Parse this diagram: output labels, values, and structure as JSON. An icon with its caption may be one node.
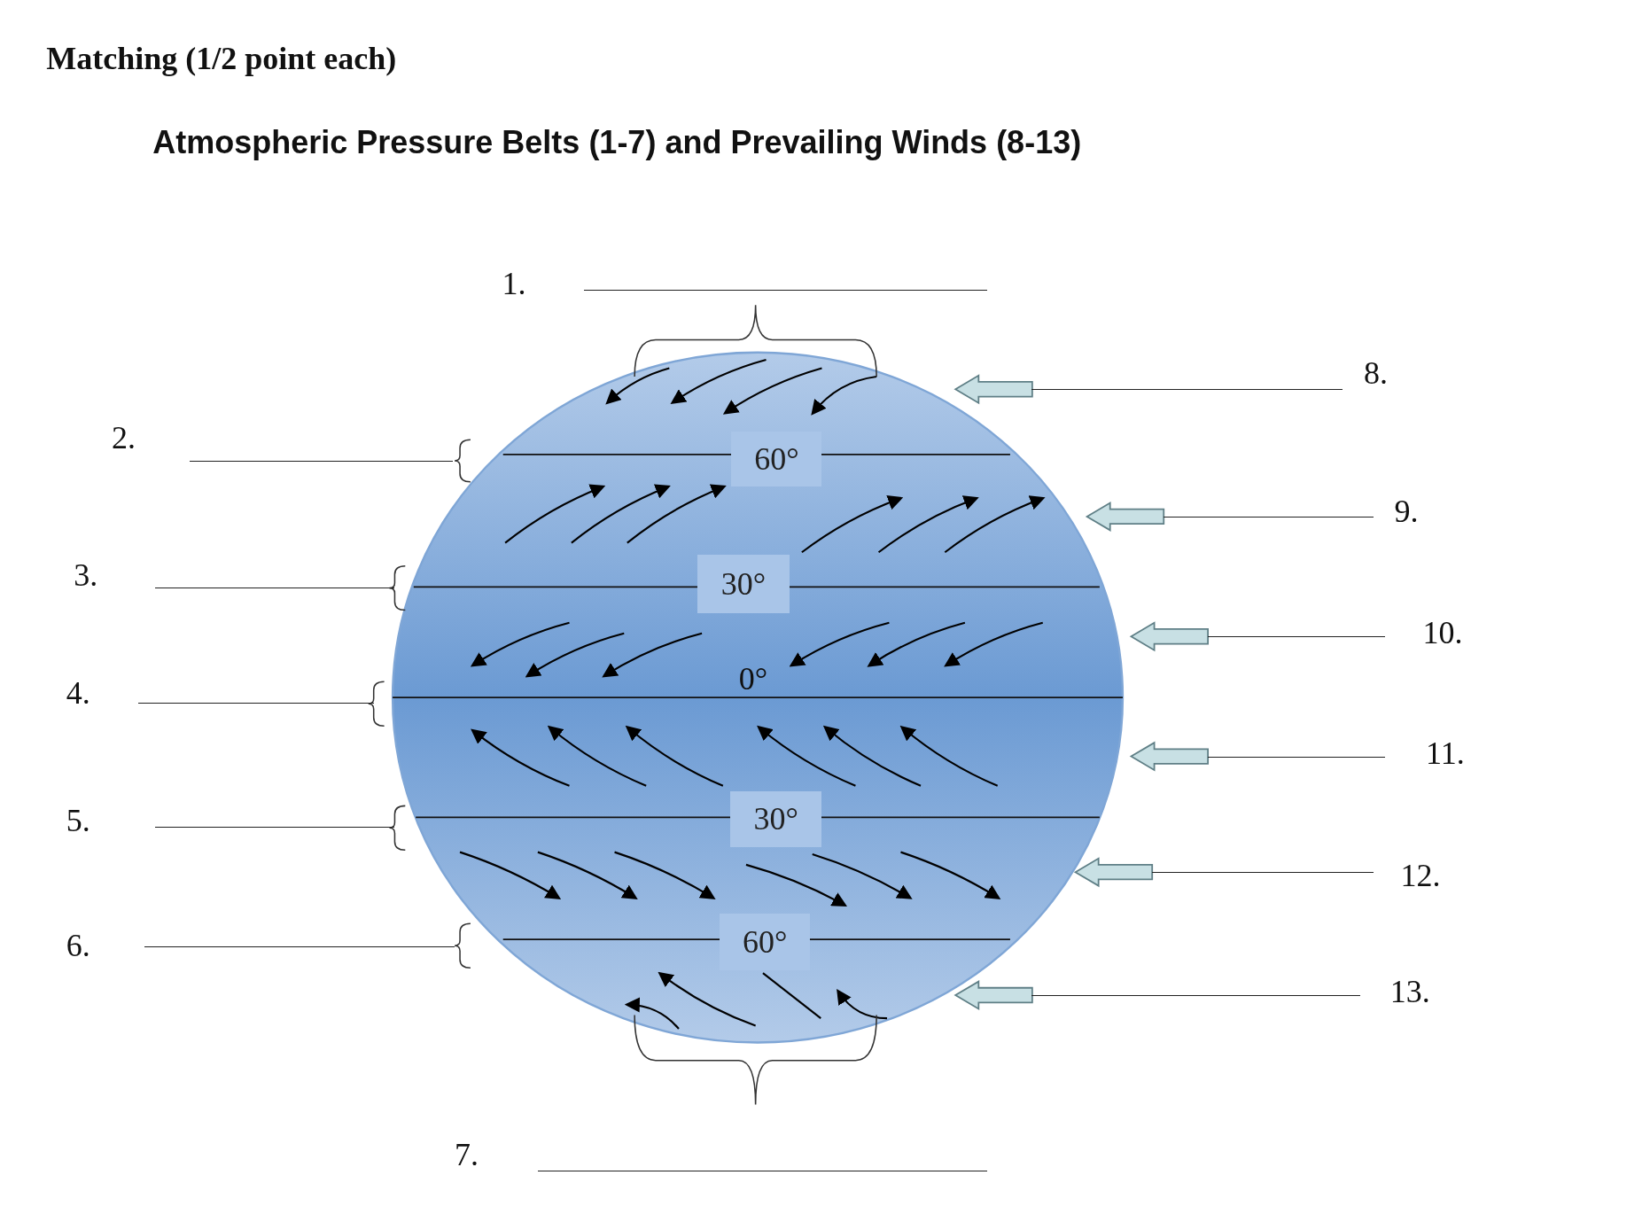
{
  "diagram": {
    "title": "Atmospheric Pressure Belts (1-7) and Prevailing Winds (8-13)",
    "nodes": [
      {
        "text": [
          "60°"
        ]
      },
      {
        "text": [
          "30°"
        ]
      },
      {
        "text": [
          "30°"
        ]
      },
      {
        "text": [
          "60°"
        ]
      }
    ],
    "labels": [
      "Matching (1/2 point each)",
      "1.",
      "8.",
      "2.",
      "9.",
      "3.",
      "10.",
      "0°",
      "4.",
      "11.",
      "5.",
      "12.",
      "6.",
      "13.",
      "7."
    ]
  }
}
